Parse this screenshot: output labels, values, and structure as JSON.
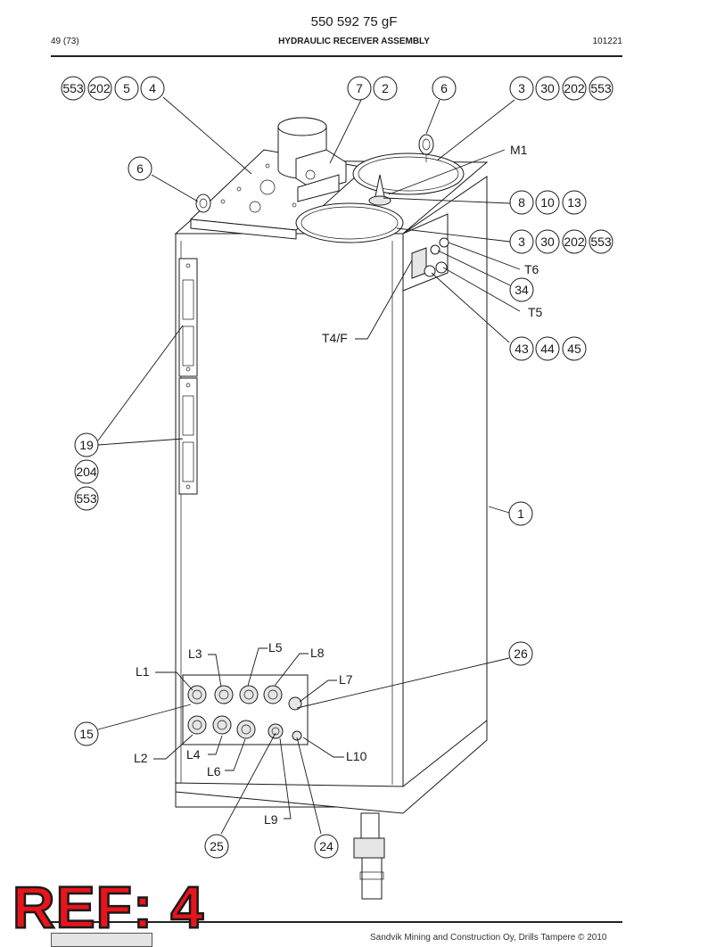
{
  "header": {
    "doc_number": "550 592 75 gF",
    "page": "49 (73)",
    "title": "HYDRAULIC RECEIVER ASSEMBLY",
    "date": "101221"
  },
  "footer": {
    "text": "Sandvik Mining and Construction Oy, Drills Tampere © 2010"
  },
  "stamp": "REF: 4",
  "callouts": [
    {
      "id": "c-553-a",
      "text": "553"
    },
    {
      "id": "c-202-a",
      "text": "202"
    },
    {
      "id": "c-5",
      "text": "5"
    },
    {
      "id": "c-4",
      "text": "4"
    },
    {
      "id": "c-7",
      "text": "7"
    },
    {
      "id": "c-2",
      "text": "2"
    },
    {
      "id": "c-6-a",
      "text": "6"
    },
    {
      "id": "c-3-a",
      "text": "3"
    },
    {
      "id": "c-30-a",
      "text": "30"
    },
    {
      "id": "c-202-b",
      "text": "202"
    },
    {
      "id": "c-553-b",
      "text": "553"
    },
    {
      "id": "c-6-b",
      "text": "6"
    },
    {
      "id": "c-8",
      "text": "8"
    },
    {
      "id": "c-10",
      "text": "10"
    },
    {
      "id": "c-13",
      "text": "13"
    },
    {
      "id": "c-3-b",
      "text": "3"
    },
    {
      "id": "c-30-b",
      "text": "30"
    },
    {
      "id": "c-202-c",
      "text": "202"
    },
    {
      "id": "c-553-c",
      "text": "553"
    },
    {
      "id": "c-34",
      "text": "34"
    },
    {
      "id": "c-43",
      "text": "43"
    },
    {
      "id": "c-44",
      "text": "44"
    },
    {
      "id": "c-45",
      "text": "45"
    },
    {
      "id": "c-19",
      "text": "19"
    },
    {
      "id": "c-204",
      "text": "204"
    },
    {
      "id": "c-553-d",
      "text": "553"
    },
    {
      "id": "c-1",
      "text": "1"
    },
    {
      "id": "c-26",
      "text": "26"
    },
    {
      "id": "c-15",
      "text": "15"
    },
    {
      "id": "c-25",
      "text": "25"
    },
    {
      "id": "c-24",
      "text": "24"
    }
  ],
  "labels": [
    {
      "id": "l-M1",
      "text": "M1"
    },
    {
      "id": "l-T6",
      "text": "T6"
    },
    {
      "id": "l-T5",
      "text": "T5"
    },
    {
      "id": "l-T4F",
      "text": "T4/F"
    },
    {
      "id": "l-L1",
      "text": "L1"
    },
    {
      "id": "l-L2",
      "text": "L2"
    },
    {
      "id": "l-L3",
      "text": "L3"
    },
    {
      "id": "l-L4",
      "text": "L4"
    },
    {
      "id": "l-L5",
      "text": "L5"
    },
    {
      "id": "l-L6",
      "text": "L6"
    },
    {
      "id": "l-L7",
      "text": "L7"
    },
    {
      "id": "l-L8",
      "text": "L8"
    },
    {
      "id": "l-L9",
      "text": "L9"
    },
    {
      "id": "l-L10",
      "text": "L10"
    }
  ]
}
